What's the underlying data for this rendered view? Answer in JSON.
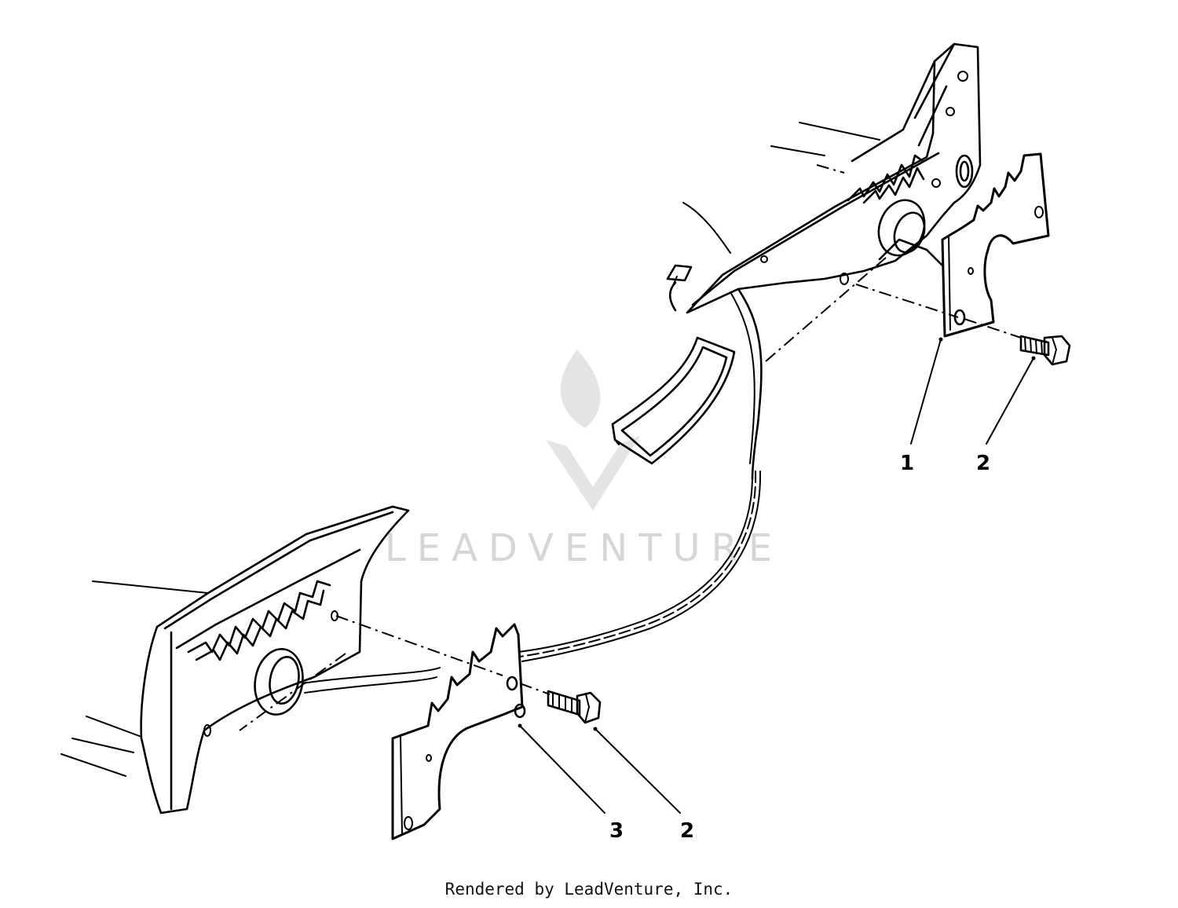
{
  "diagram": {
    "callouts": [
      {
        "id": "c1",
        "label": "1"
      },
      {
        "id": "c2a",
        "label": "2"
      },
      {
        "id": "c3",
        "label": "3"
      },
      {
        "id": "c2b",
        "label": "2"
      }
    ],
    "watermark": {
      "text": "LEADVENTURE"
    }
  },
  "footer": {
    "text": "Rendered by LeadVenture, Inc."
  }
}
